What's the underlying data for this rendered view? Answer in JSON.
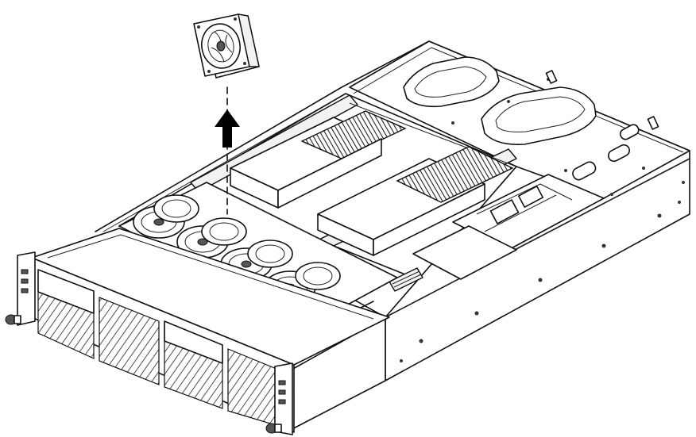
{
  "diagram": {
    "colors": {
      "line": "#111111",
      "background": "#ffffff",
      "heatsink": "#333333"
    },
    "icons": {
      "removal_arrow": "arrow-up-icon",
      "fan": "fan-icon"
    },
    "components": [
      "server-chassis",
      "top-cover",
      "front-drive-bay",
      "fan-module-array",
      "heatsink-cpu-1",
      "heatsink-cpu-2",
      "power-supply-area",
      "removed-fan-module"
    ],
    "fan_count": 8,
    "drive_slots": 4
  }
}
